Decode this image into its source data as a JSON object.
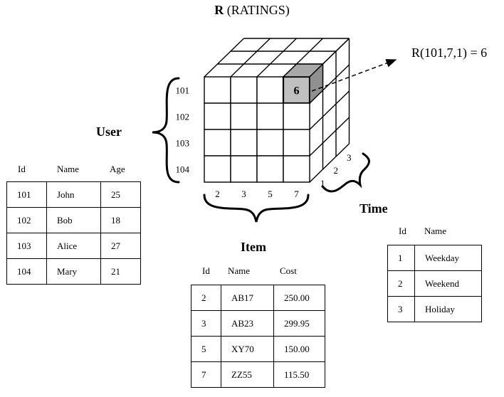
{
  "title": {
    "bold": "R",
    "rest": "(RATINGS)"
  },
  "formula": "R(101,7,1) = 6",
  "highlight_value": "6",
  "user_label": "User",
  "item_label": "Item",
  "time_label": "Time",
  "cube": {
    "user_ids": [
      "101",
      "102",
      "103",
      "104"
    ],
    "item_ids": [
      "2",
      "3",
      "5",
      "7"
    ],
    "time_ids": [
      "1",
      "2",
      "3"
    ],
    "highlight_color": "#c0c0c0"
  },
  "user_table": {
    "headers": [
      "Id",
      "Name",
      "Age"
    ],
    "rows": [
      [
        "101",
        "John",
        "25"
      ],
      [
        "102",
        "Bob",
        "18"
      ],
      [
        "103",
        "Alice",
        "27"
      ],
      [
        "104",
        "Mary",
        "21"
      ]
    ]
  },
  "item_table": {
    "headers": [
      "Id",
      "Name",
      "Cost"
    ],
    "rows": [
      [
        "2",
        "AB17",
        "250.00"
      ],
      [
        "3",
        "AB23",
        "299.95"
      ],
      [
        "5",
        "XY70",
        "150.00"
      ],
      [
        "7",
        "ZZ55",
        "115.50"
      ]
    ]
  },
  "time_table": {
    "headers": [
      "Id",
      "Name"
    ],
    "rows": [
      [
        "1",
        "Weekday"
      ],
      [
        "2",
        "Weekend"
      ],
      [
        "3",
        "Holiday"
      ]
    ]
  }
}
